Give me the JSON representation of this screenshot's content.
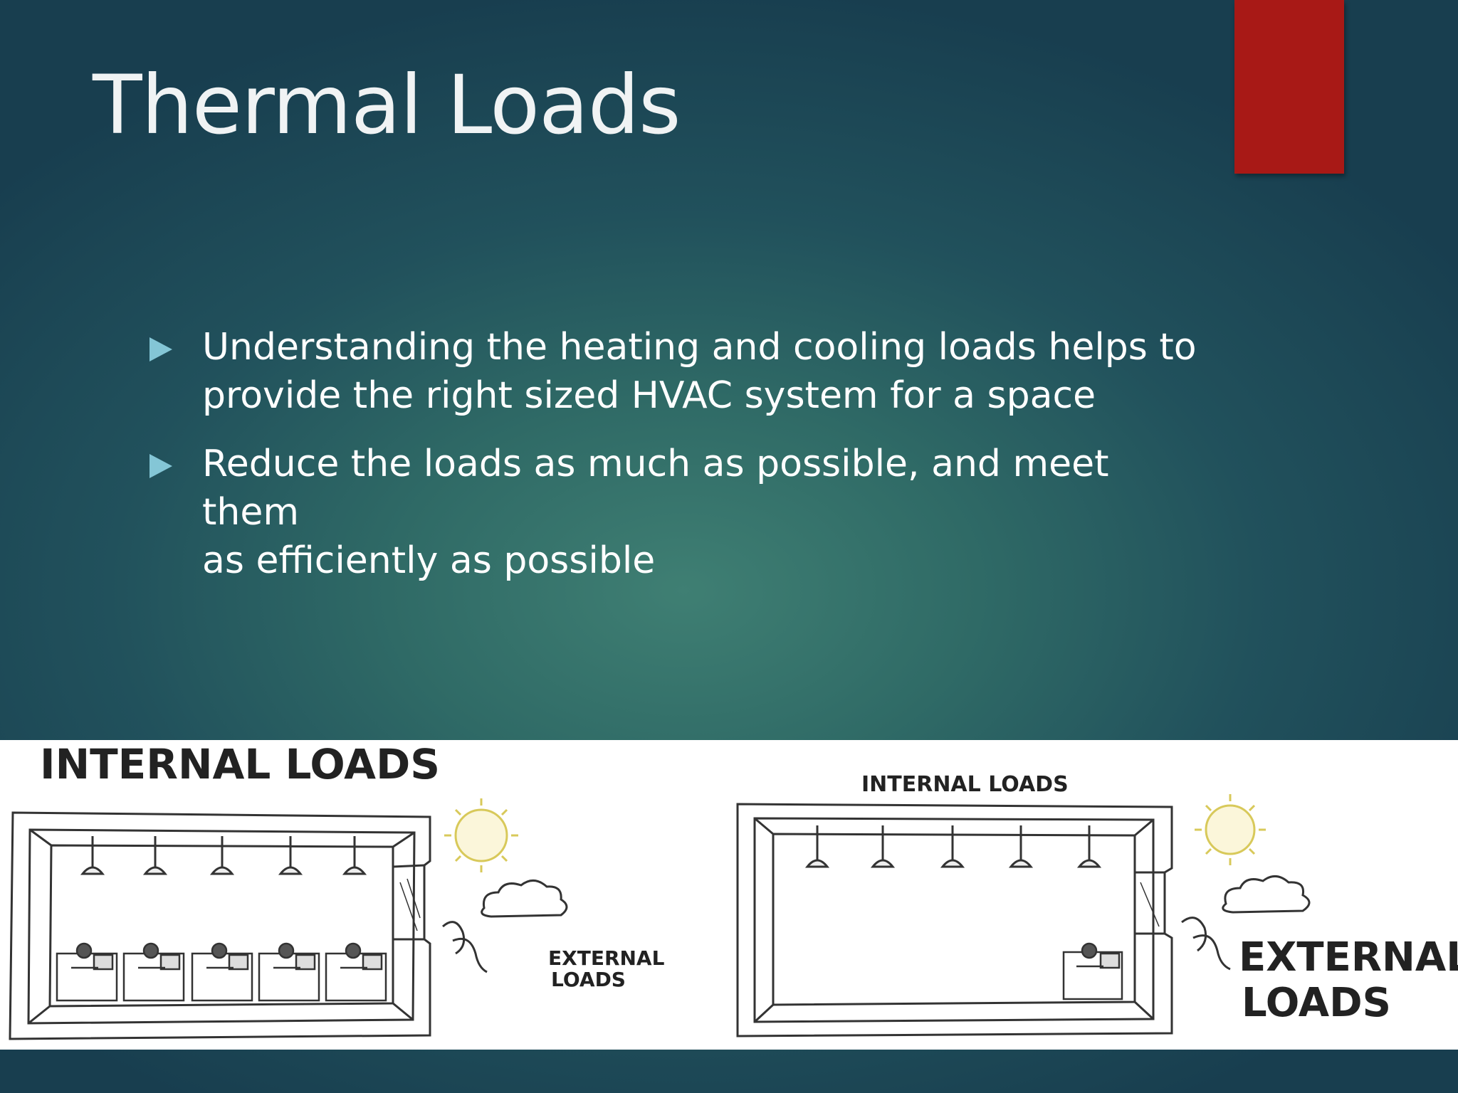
{
  "slide": {
    "title": "Thermal Loads",
    "bullets": [
      {
        "line1": "Understanding the heating and cooling loads helps to",
        "line2": "provide the right sized HVAC system for a space"
      },
      {
        "line1": "Reduce the loads as much as possible, and meet them",
        "line2": "as efficiently as possible"
      }
    ],
    "bullet_icon": "triangle-bullet-icon"
  },
  "illustration": {
    "left_internal_label": "INTERNAL LOADS",
    "left_external_label_1": "EXTERNAL",
    "left_external_label_2": "LOADS",
    "right_internal_label": "INTERNAL LOADS",
    "right_external_label_1": "EXTERNAL",
    "right_external_label_2": "LOADS"
  },
  "colors": {
    "accent": "#a81916",
    "background": "#2f6a66",
    "bullet": "#84c6d6",
    "text": "#ffffff"
  }
}
